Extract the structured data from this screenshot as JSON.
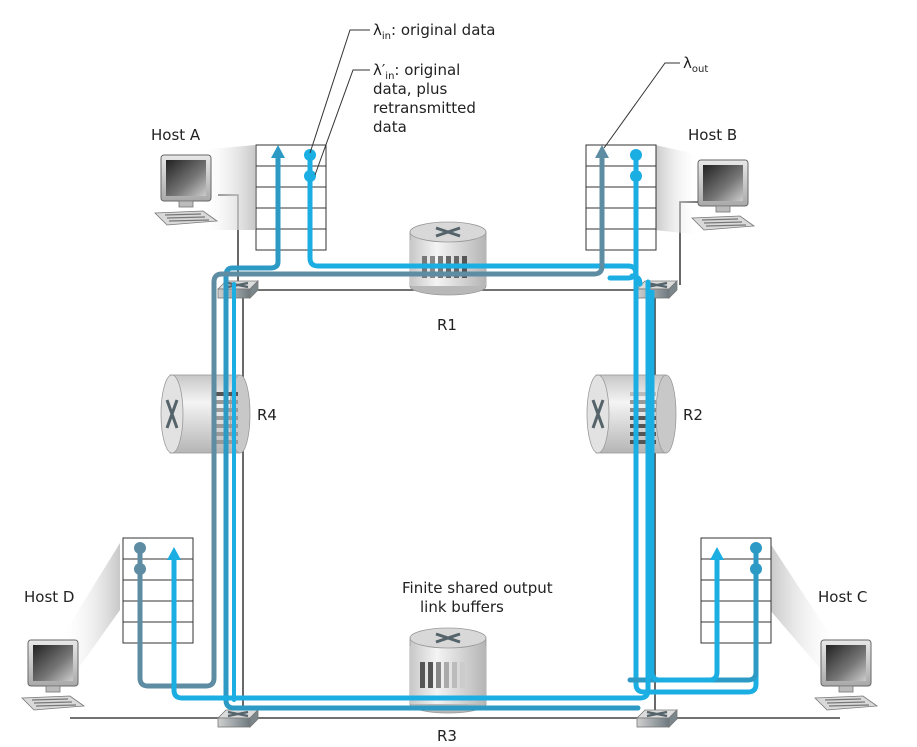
{
  "title": "Multiple-hop congestion scenario: four senders, routers with finite buffers",
  "colors": {
    "flow_light": "#1aaee3",
    "flow_dark": "#5e8ca3",
    "flow_mid": "#2c9ac4",
    "link": "#444444",
    "grid": "#333333"
  },
  "annotations": {
    "lambda_in": {
      "symbol": "λ",
      "sub": "in",
      "text": ": original data"
    },
    "lambda_in_prime": {
      "symbol": "λ′",
      "sub": "in",
      "lines": [
        ": original",
        "data, plus",
        "retransmitted",
        "data"
      ]
    },
    "lambda_out": {
      "symbol": "λ",
      "sub": "out"
    },
    "buffers_label": [
      "Finite shared output",
      "link buffers"
    ]
  },
  "hosts": [
    {
      "id": "A",
      "label": "Host A"
    },
    {
      "id": "B",
      "label": "Host B"
    },
    {
      "id": "C",
      "label": "Host C"
    },
    {
      "id": "D",
      "label": "Host D"
    }
  ],
  "routers": [
    {
      "id": "R1",
      "label": "R1"
    },
    {
      "id": "R2",
      "label": "R2"
    },
    {
      "id": "R3",
      "label": "R3"
    },
    {
      "id": "R4",
      "label": "R4"
    }
  ]
}
